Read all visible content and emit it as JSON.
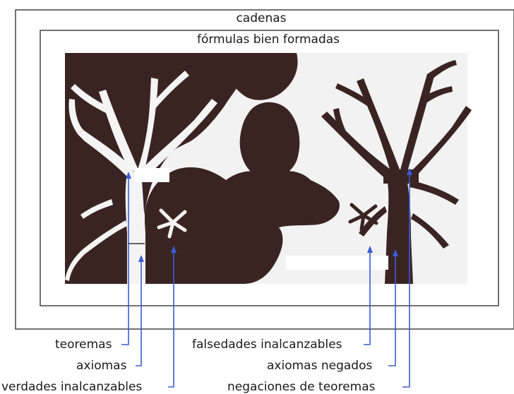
{
  "diagram": {
    "outer_label": "cadenas",
    "inner_label": "fórmulas bien formadas",
    "callouts": [
      {
        "id": "teoremas",
        "text": "teoremas"
      },
      {
        "id": "axiomas",
        "text": "axiomas"
      },
      {
        "id": "verdades",
        "text": "verdades inalcanzables"
      },
      {
        "id": "falsedades",
        "text": "falsedades inalcanzables"
      },
      {
        "id": "axiomas-negados",
        "text": "axiomas negados"
      },
      {
        "id": "negaciones",
        "text": "negaciones de teoremas"
      }
    ],
    "colors": {
      "ink": "#3a2422",
      "light": "#f4f4f4",
      "arrow": "#3b5bd6",
      "frame": "#444444"
    }
  }
}
